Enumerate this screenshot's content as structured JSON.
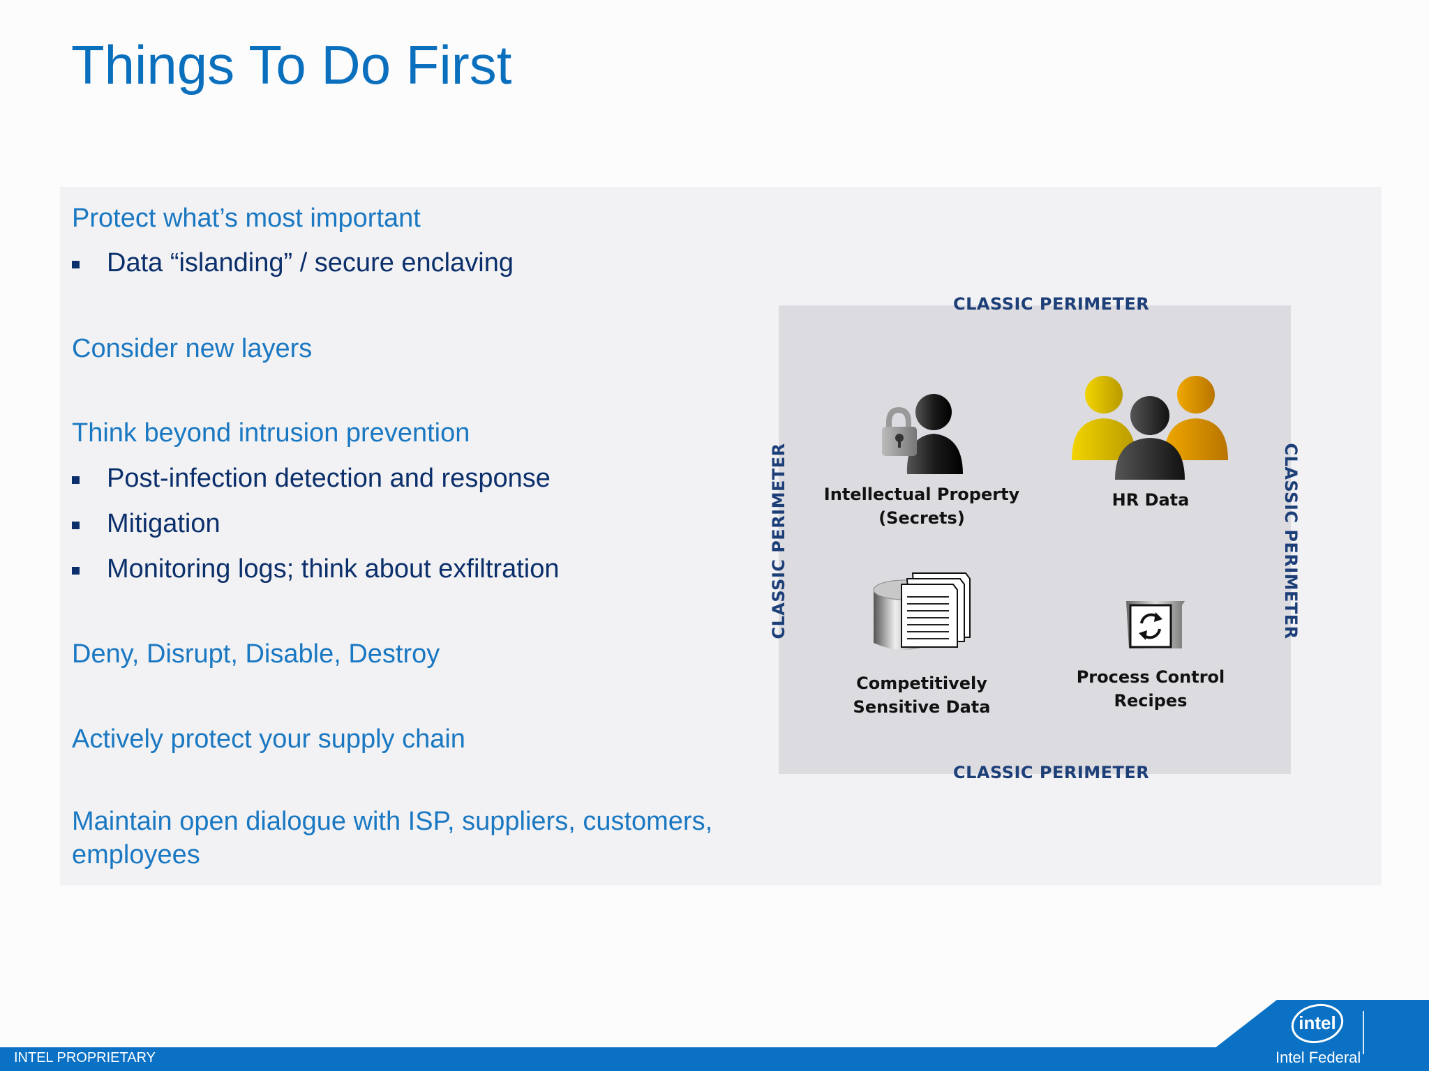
{
  "slide": {
    "title": "Things To Do First"
  },
  "content": {
    "sections": [
      {
        "heading": "Protect what’s most important",
        "bullets": [
          "Data “islanding” / secure enclaving"
        ]
      },
      {
        "heading": "Consider new layers",
        "bullets": []
      },
      {
        "heading": "Think beyond intrusion prevention",
        "bullets": [
          "Post-infection detection and response",
          "Mitigation",
          "Monitoring logs; think about exfiltration"
        ]
      },
      {
        "heading": "Deny, Disrupt, Disable, Destroy",
        "bullets": []
      },
      {
        "heading": "Actively protect your supply chain",
        "bullets": []
      },
      {
        "heading": "Maintain open dialogue with ISP, suppliers, customers, employees",
        "bullets": []
      }
    ]
  },
  "diagram": {
    "perimeter_label": "CLASSIC PERIMETER",
    "assets": {
      "ip": {
        "label_line1": "Intellectual Property",
        "label_line2": "(Secrets)",
        "icon": "locked-person-icon"
      },
      "hr": {
        "label_line1": "HR Data",
        "icon": "people-group-icon"
      },
      "csd": {
        "label_line1": "Competitively",
        "label_line2": "Sensitive Data",
        "icon": "database-documents-icon"
      },
      "pcr": {
        "label_line1": "Process Control",
        "label_line2": "Recipes",
        "icon": "refresh-box-icon"
      }
    }
  },
  "footer": {
    "left_text": "INTEL PROPRIETARY",
    "right_text": "Intel Federal",
    "logo_text": "intel"
  },
  "colors": {
    "title_blue": "#0a6fbd",
    "heading_blue": "#1a78c2",
    "bullet_navy": "#0b2f6b",
    "footer_blue": "#0a71c5",
    "panel_gray": "#f2f2f4",
    "diagram_gray": "#dcdbe0"
  }
}
